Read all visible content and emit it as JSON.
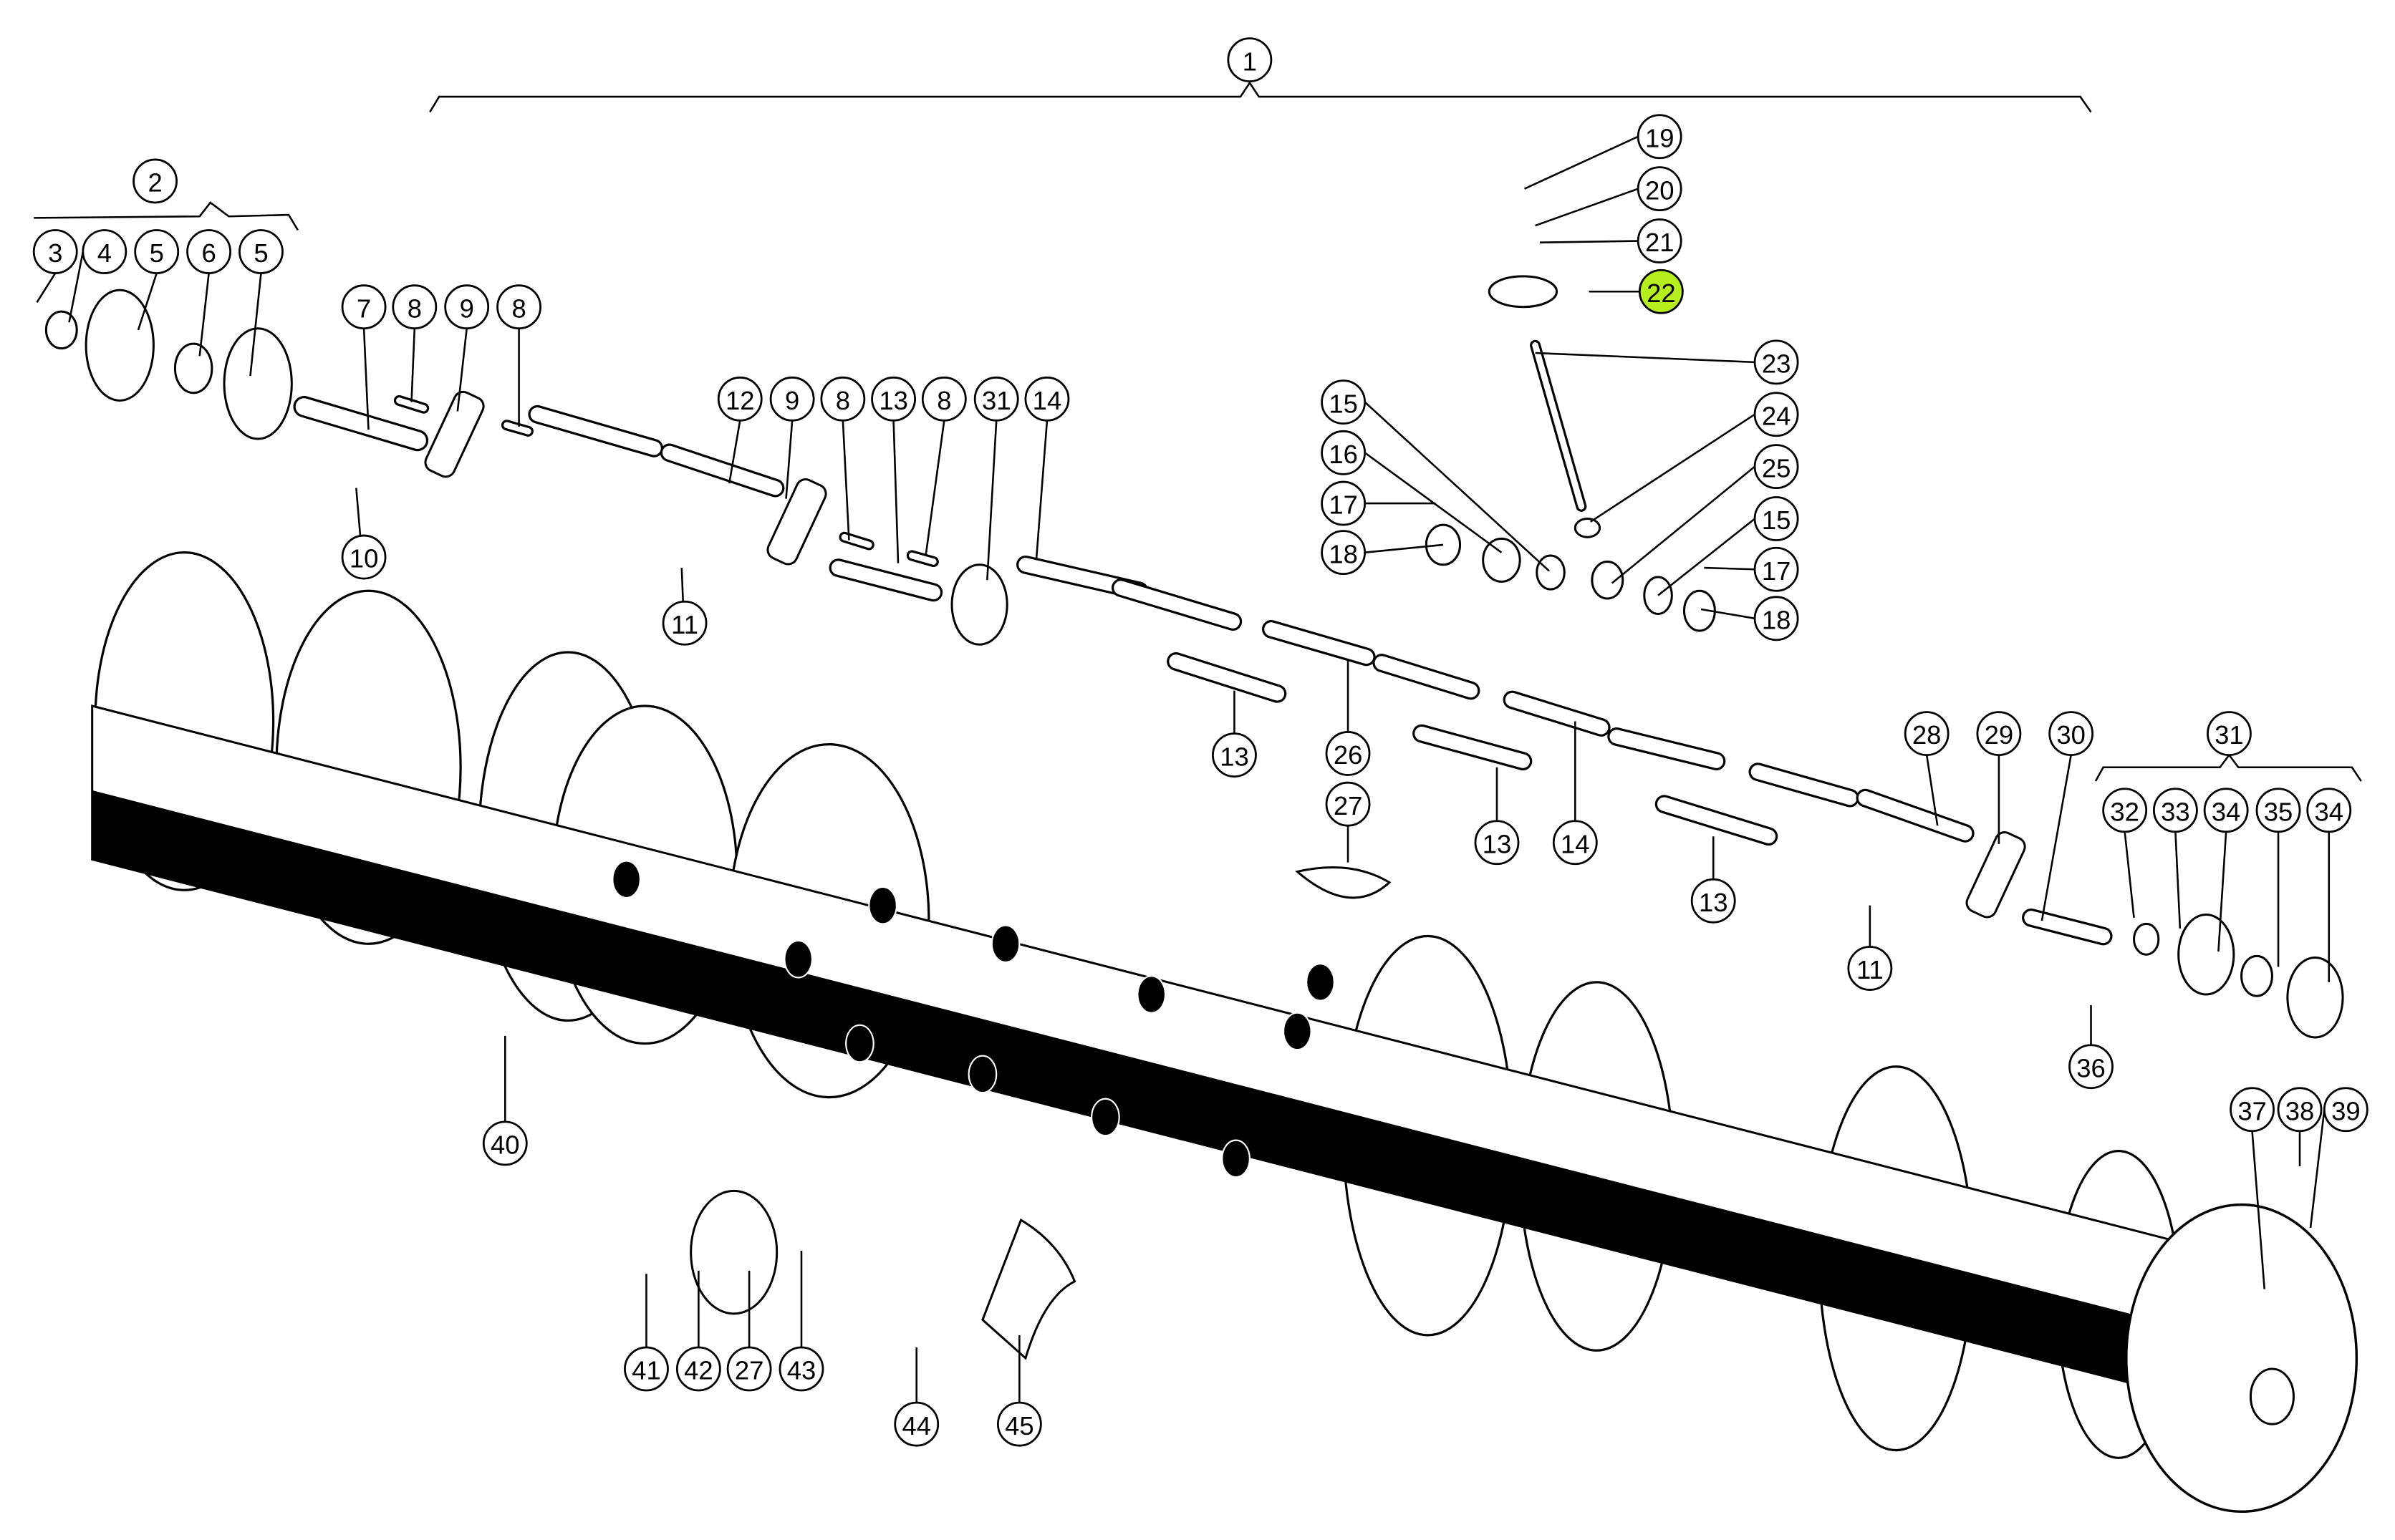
{
  "diagram": {
    "highlight_color": "#b5f01e",
    "highlighted_callout": "22",
    "callouts": [
      "1",
      "2",
      "3",
      "4",
      "5",
      "6",
      "5",
      "7",
      "8",
      "9",
      "8",
      "10",
      "12",
      "9",
      "8",
      "13",
      "8",
      "31",
      "14",
      "11",
      "19",
      "20",
      "21",
      "22",
      "23",
      "24",
      "25",
      "15",
      "17",
      "18",
      "15",
      "16",
      "17",
      "18",
      "13",
      "26",
      "27",
      "13",
      "14",
      "13",
      "28",
      "29",
      "30",
      "31",
      "32",
      "33",
      "34",
      "35",
      "34",
      "11",
      "36",
      "37",
      "38",
      "39",
      "40",
      "41",
      "42",
      "27",
      "43",
      "44",
      "45"
    ]
  }
}
